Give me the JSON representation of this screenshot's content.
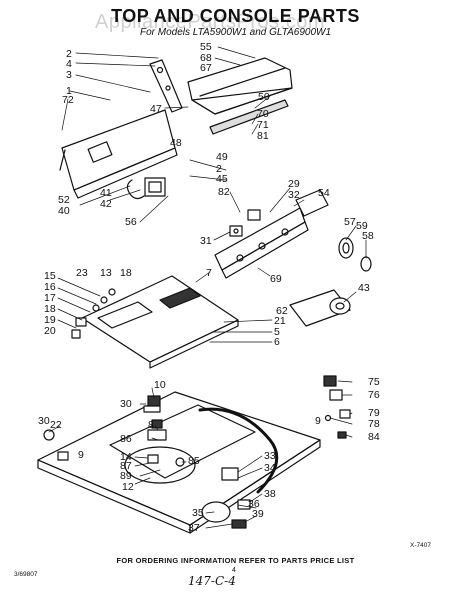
{
  "page": {
    "title": "TOP AND CONSOLE PARTS",
    "subtitle": "For Models LTA5900W1 and GLTA6900W1",
    "watermark": "AppliancePartsPros.com",
    "footer_note": "FOR ORDERING INFORMATION REFER TO PARTS PRICE LIST",
    "doc_number": "3/69807",
    "figure_ref": "X-7407",
    "page_number": "4",
    "handwritten_mark": "147-C-4"
  },
  "callouts": {
    "n2a": "2",
    "n4a": "4",
    "n3a": "3",
    "n1": "1",
    "n72": "72",
    "n55": "55",
    "n68": "68",
    "n67": "67",
    "n47": "47",
    "n50": "50",
    "n70": "70",
    "n71": "71",
    "n81": "81",
    "n48": "48",
    "n49": "49",
    "n2b": "2",
    "n45": "45",
    "n52": "52",
    "n40": "40",
    "n41": "41",
    "n42": "42",
    "n56": "56",
    "n82": "82",
    "n29": "29",
    "n32": "32",
    "n54": "54",
    "n31": "31",
    "n57": "57",
    "n59": "59",
    "n58": "58",
    "n69": "69",
    "n43": "43",
    "n62": "62",
    "n15": "15",
    "n16": "16",
    "n17": "17",
    "n18a": "18",
    "n19": "19",
    "n20": "20",
    "n23": "23",
    "n13": "13",
    "n18b": "18",
    "n7": "7",
    "n21": "21",
    "n5": "5",
    "n6": "6",
    "n75": "75",
    "n76": "76",
    "n9a": "9",
    "n79": "79",
    "n78": "78",
    "n84": "84",
    "n10": "10",
    "n30a": "30",
    "n30b": "30",
    "n22": "22",
    "n8": "8",
    "n86": "86",
    "n14": "14",
    "n87": "87",
    "n89": "89",
    "n85": "85",
    "n12": "12",
    "n9b": "9",
    "n33": "33",
    "n34": "34",
    "n38": "38",
    "n36": "36",
    "n35": "35",
    "n39": "39",
    "n37": "37"
  }
}
